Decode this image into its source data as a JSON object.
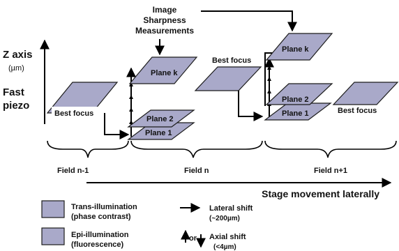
{
  "colors": {
    "plane_fill": "#a9a9c9",
    "plane_stroke": "#1c1c1c",
    "white_plane_fill": "#ffffff",
    "arrow": "#000000",
    "text": "#111111"
  },
  "header": {
    "measurement_line1": "Image",
    "measurement_line2": "Sharpness",
    "measurement_line3": "Measurements"
  },
  "axis": {
    "z_label": "Z axis",
    "z_unit": "(µm)",
    "fast_line1": "Fast",
    "fast_line2": "piezo",
    "stage_label": "Stage movement laterally"
  },
  "planes": {
    "plane_k": "Plane k",
    "plane_2": "Plane 2",
    "plane_1": "Plane 1",
    "best_focus": "Best focus"
  },
  "fields": {
    "field_1": "Field n-1",
    "field_2": "Field  n",
    "field_3": "Field n+1"
  },
  "legend": {
    "trans_line1": "Trans-illumination",
    "trans_line2": "(phase contrast)",
    "epi_line1": "Epi-illumination",
    "epi_line2": "(fluorescence)",
    "lateral_line1": "Lateral shift",
    "lateral_line2": "(~200µm)",
    "axial_or": "or",
    "axial_line1": "Axial shift",
    "axial_line2": "(<4µm)"
  }
}
